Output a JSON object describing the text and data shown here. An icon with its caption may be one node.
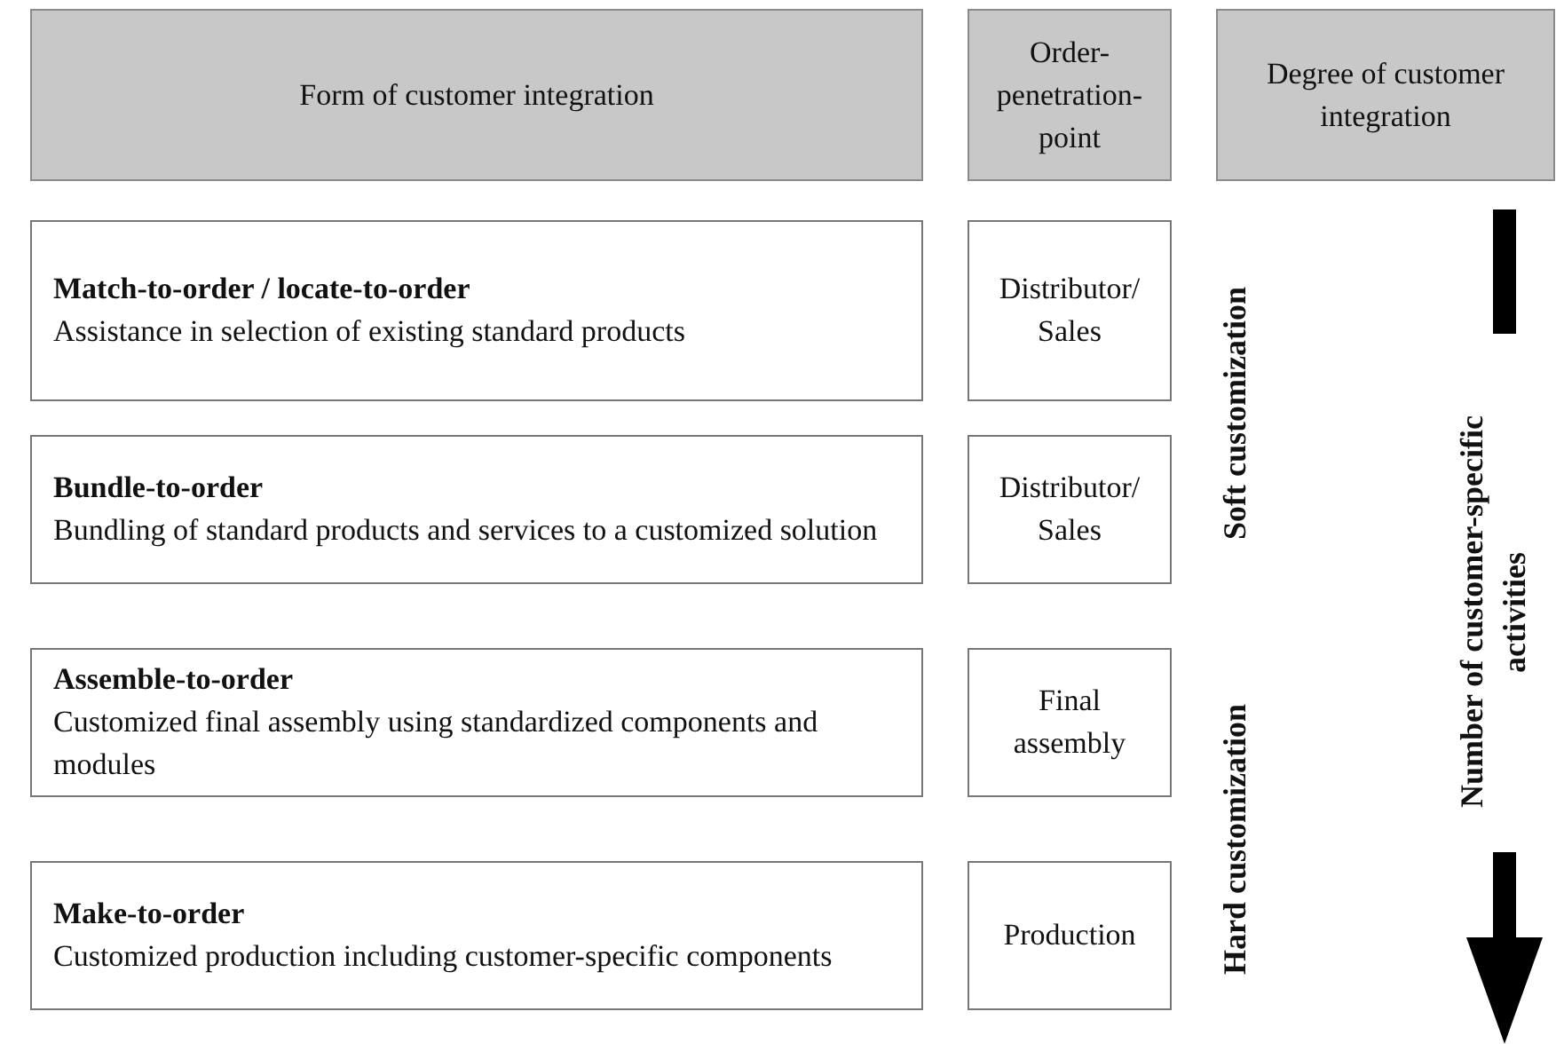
{
  "diagram": {
    "nodes": [
      {
        "text": [
          "Form of customer integration"
        ]
      },
      {
        "text": [
          "Order-penetration-point"
        ]
      },
      {
        "text": [
          "Degree of customer integration"
        ]
      },
      {
        "text": [
          "Match-to-order / locate-to-order",
          "Assistance in selection of existing standard products"
        ]
      },
      {
        "text": [
          "Distributor/ Sales"
        ]
      },
      {
        "text": [
          "Bundle-to-order",
          "Bundling of standard products and services to a customized solution"
        ]
      },
      {
        "text": [
          "Distributor/ Sales"
        ]
      },
      {
        "text": [
          "Assemble-to-order",
          "Customized final assembly using standardized components and modules"
        ]
      },
      {
        "text": [
          "Final assembly"
        ]
      },
      {
        "text": [
          "Make-to-order",
          "Customized production including customer-specific components"
        ]
      },
      {
        "text": [
          "Production"
        ]
      }
    ],
    "labels": [
      "Soft customization",
      "Hard customization",
      "Number of customer-specific activities"
    ]
  }
}
